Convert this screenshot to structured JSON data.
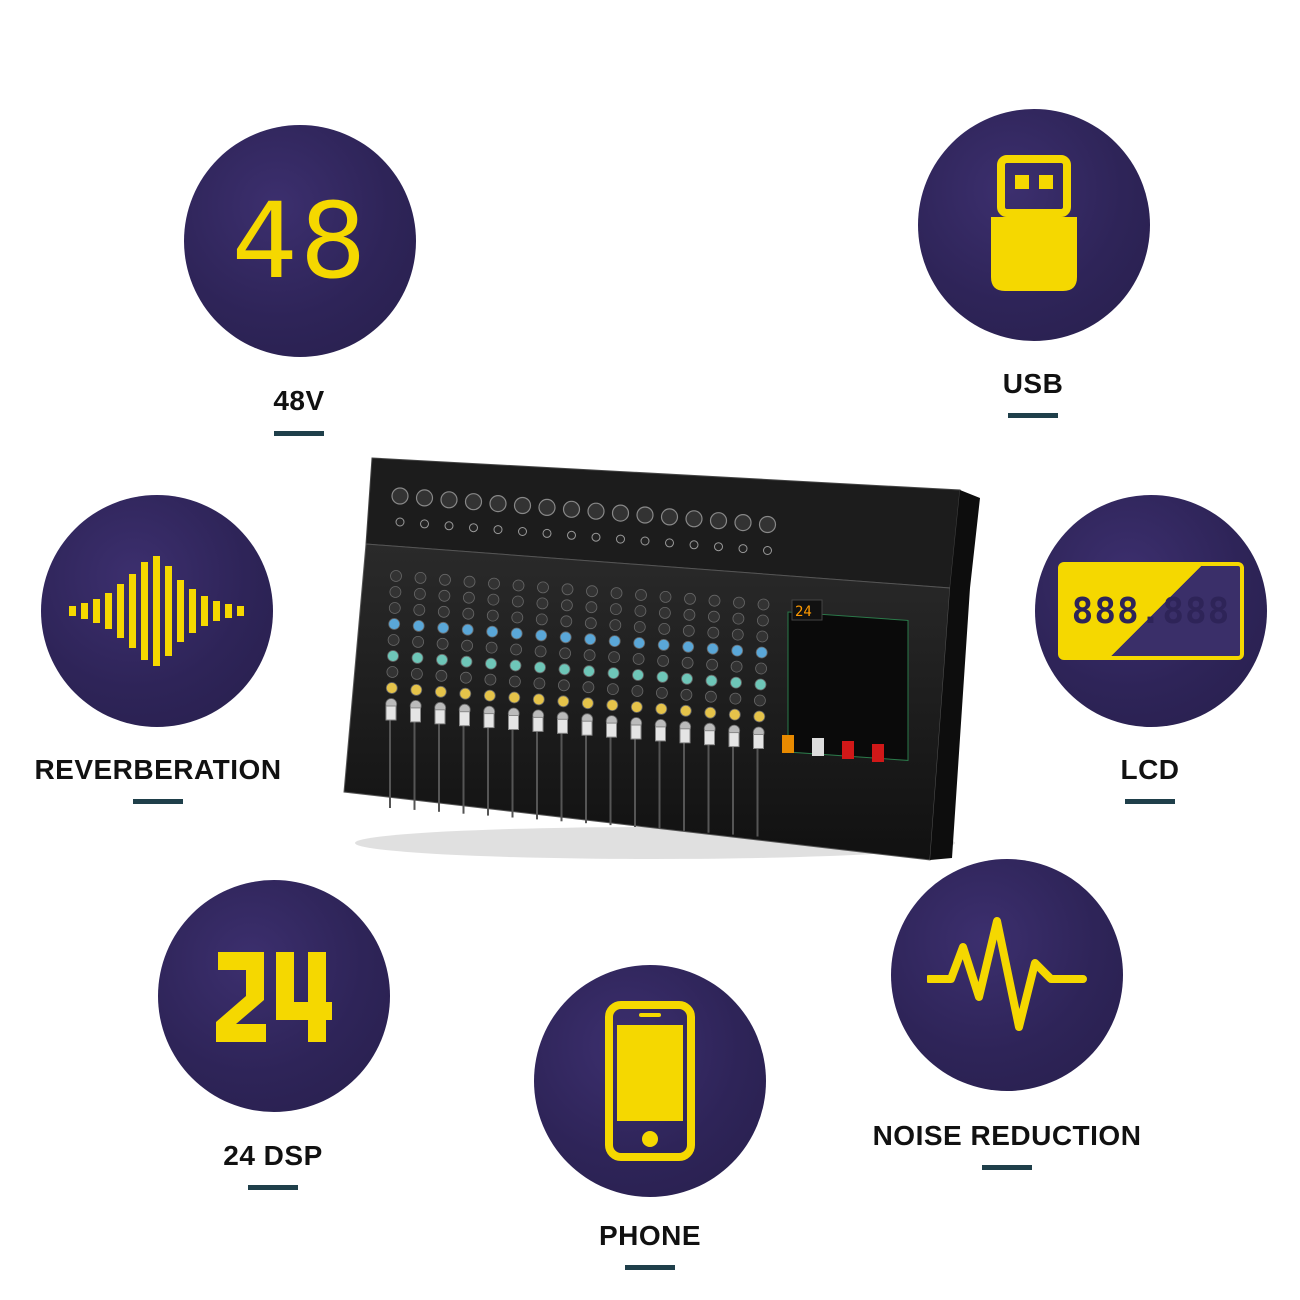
{
  "features": [
    {
      "id": "48v",
      "label": "48V",
      "icon": "48-text",
      "icon_text": "48"
    },
    {
      "id": "usb",
      "label": "USB",
      "icon": "usb-drive-icon"
    },
    {
      "id": "reverb",
      "label": "REVERBERATION",
      "icon": "soundwave-icon"
    },
    {
      "id": "lcd",
      "label": "LCD",
      "icon": "lcd-display-icon",
      "icon_text": "888.888"
    },
    {
      "id": "dsp",
      "label": "24 DSP",
      "icon": "24-text",
      "icon_text": "24"
    },
    {
      "id": "phone",
      "label": "PHONE",
      "icon": "phone-icon"
    },
    {
      "id": "noise",
      "label": "NOISE REDUCTION",
      "icon": "heartbeat-wave-icon"
    }
  ],
  "colors": {
    "circle": "#2e2458",
    "accent": "#f5d800",
    "dash": "#1f3f4a",
    "label": "#111111"
  },
  "mixer": {
    "image": "16-channel-audio-mixer-icon",
    "display_text": "24"
  }
}
